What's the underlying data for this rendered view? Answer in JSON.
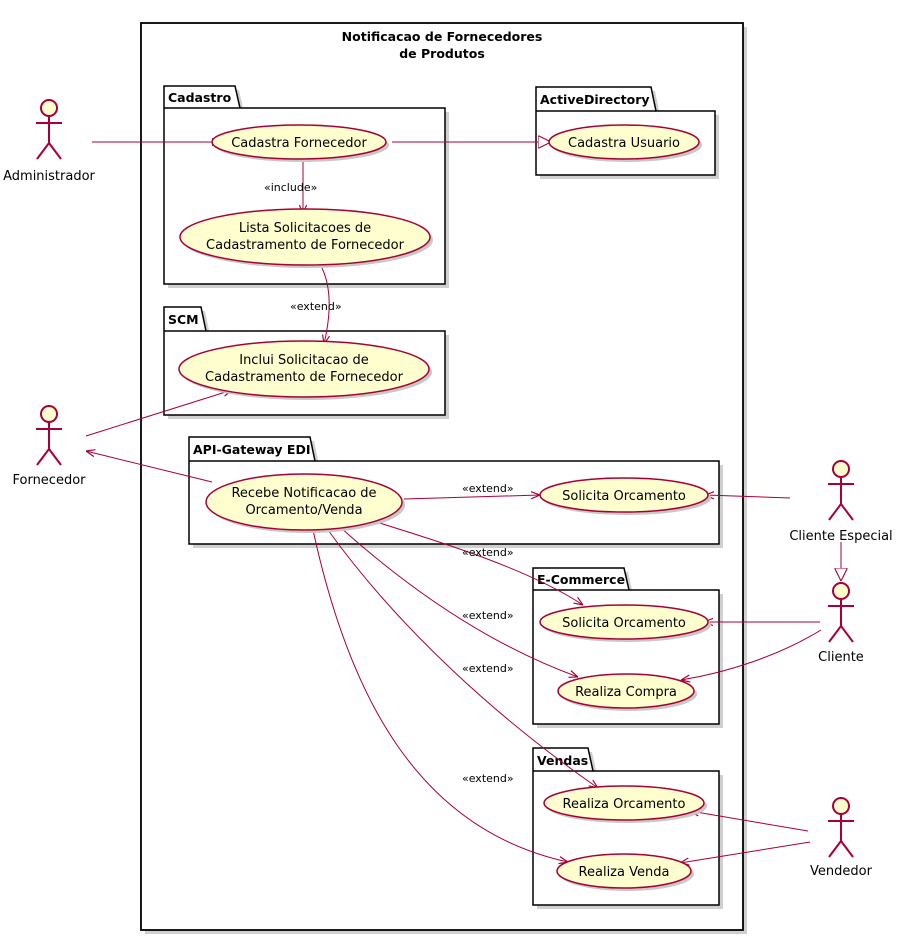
{
  "system": {
    "title_line1": "Notificacao de Fornecedores",
    "title_line2": "de Produtos"
  },
  "packages": {
    "cadastro": "Cadastro",
    "active_directory": "ActiveDirectory",
    "scm": "SCM",
    "api_gateway": "API-Gateway EDI",
    "ecommerce": "E-Commerce",
    "vendas": "Vendas"
  },
  "use_cases": {
    "cadastra_fornecedor": [
      "Cadastra Fornecedor"
    ],
    "cadastra_usuario": [
      "Cadastra Usuario"
    ],
    "lista_solicitacoes": [
      "Lista Solicitacoes de",
      "Cadastramento de Fornecedor"
    ],
    "inclui_solicitacao": [
      "Inclui Solicitacao de",
      "Cadastramento de Fornecedor"
    ],
    "recebe_notificacao": [
      "Recebe Notificacao de",
      "Orcamento/Venda"
    ],
    "solicita_orcamento_api": [
      "Solicita Orcamento"
    ],
    "solicita_orcamento_ecom": [
      "Solicita Orcamento"
    ],
    "realiza_compra": [
      "Realiza Compra"
    ],
    "realiza_orcamento": [
      "Realiza Orcamento"
    ],
    "realiza_venda": [
      "Realiza Venda"
    ]
  },
  "actors": {
    "administrador": "Administrador",
    "fornecedor": "Fornecedor",
    "cliente_especial": "Cliente Especial",
    "cliente": "Cliente",
    "vendedor": "Vendedor"
  },
  "stereotypes": {
    "include": "«include»",
    "extend": "«extend»"
  },
  "colors": {
    "line": "#A80036",
    "usecase_fill": "#FEFECE"
  }
}
